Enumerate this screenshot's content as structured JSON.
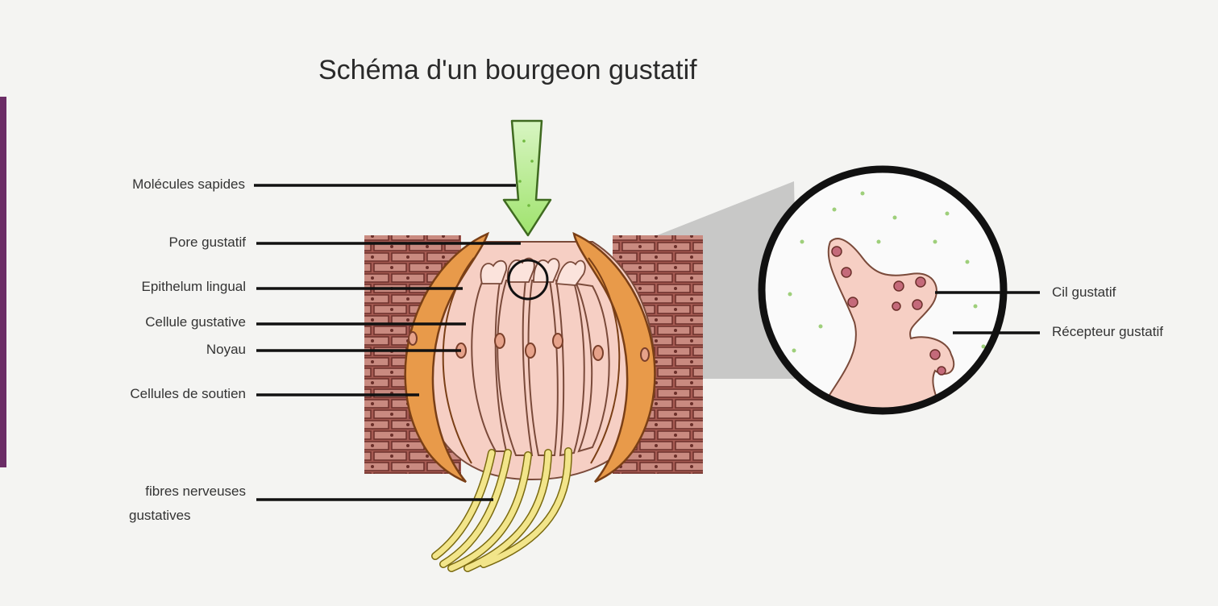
{
  "title": "Schéma d'un bourgeon gustatif",
  "labels_left": [
    "Molécules sapides",
    "Pore gustatif",
    "Epithelum lingual",
    "Cellule gustative",
    "Noyau",
    "Cellules de soutien",
    "fibres nerveuses",
    "gustatives"
  ],
  "labels_right": [
    "Cil gustatif",
    "Récepteur gustatif"
  ],
  "colors": {
    "background": "#f4f4f2",
    "epithelium": "#a55a52",
    "epithelium_cells": "#c98a80",
    "support_cells": "#d98a3c",
    "gustatory_cells": "#f6cfc4",
    "nucleus": "#c46a55",
    "nerve_fibers": "#f2e58a",
    "molecule_arrow": "#a8e878",
    "lines": "#111111"
  }
}
